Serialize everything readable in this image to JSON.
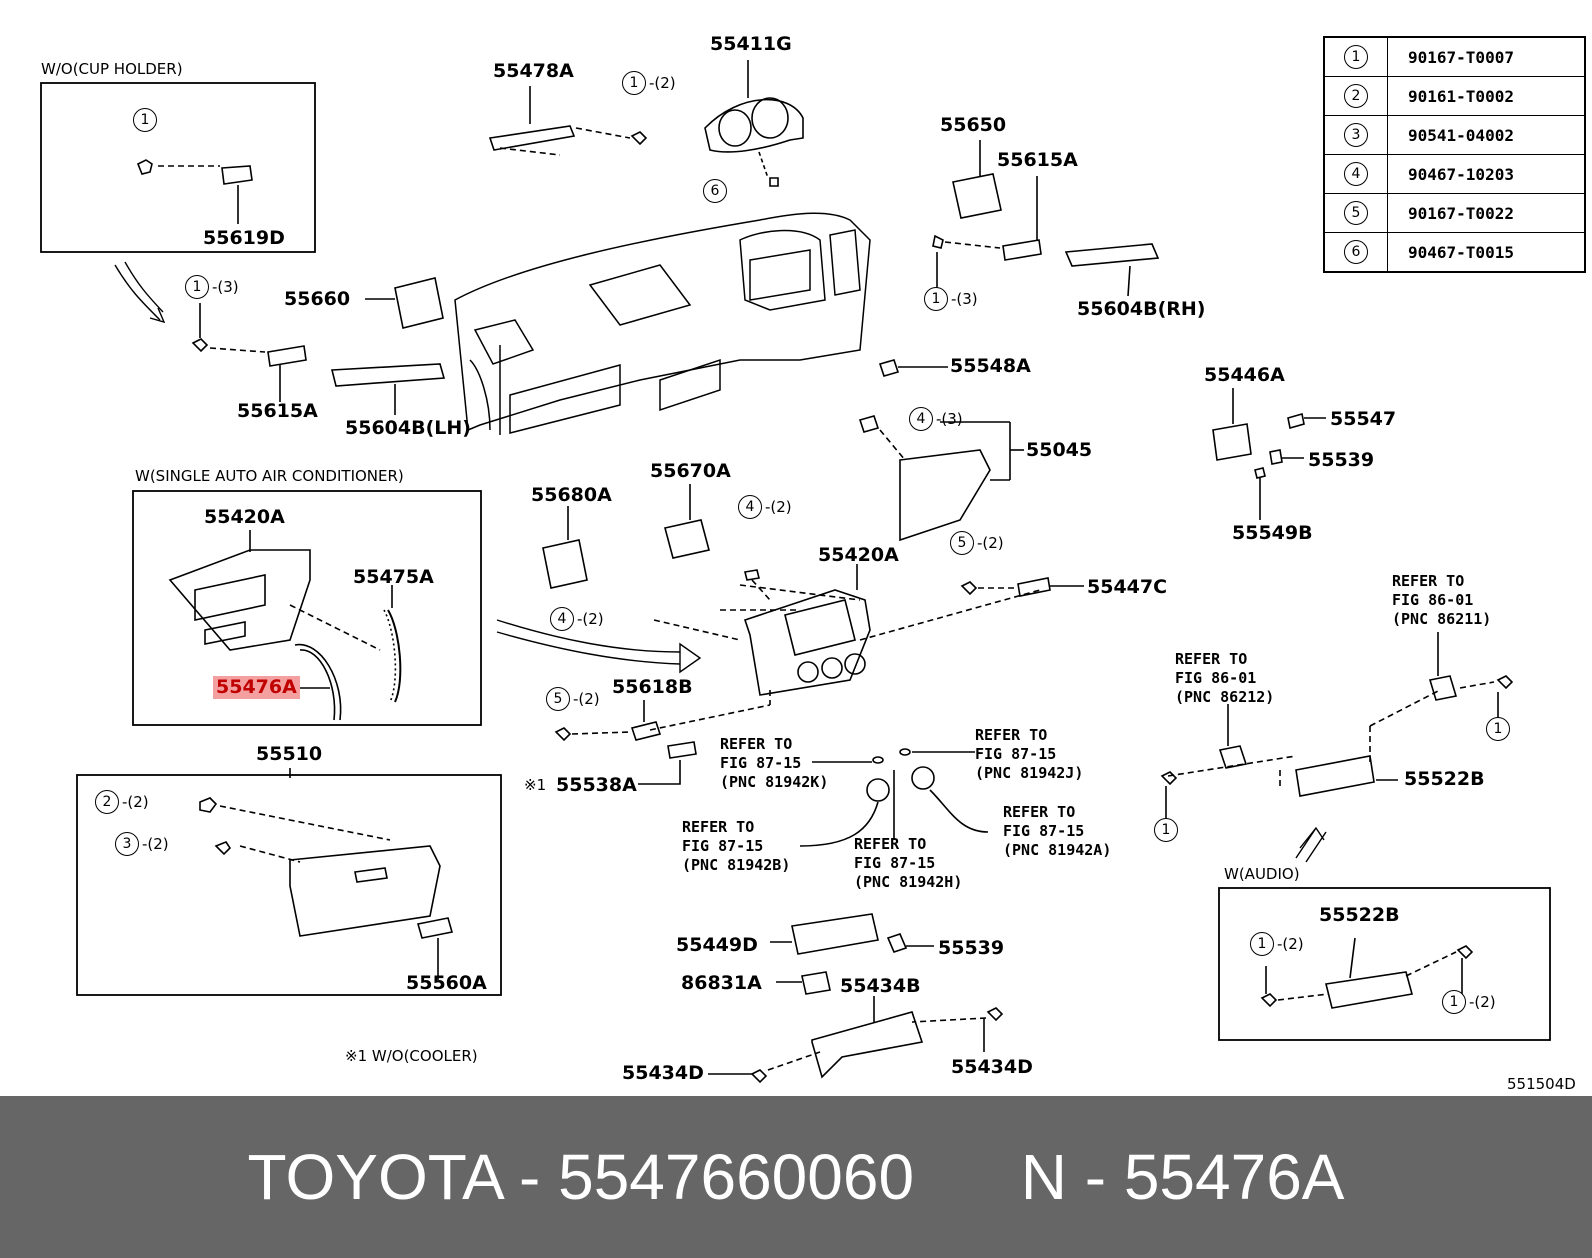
{
  "diagram": {
    "sections": {
      "cup_holder": "W/O(CUP HOLDER)",
      "single_ac": "W(SINGLE AUTO AIR CONDITIONER)",
      "audio": "W(AUDIO)",
      "cooler_note": "※1 W/O(COOLER)"
    },
    "labels": {
      "p55619D": "55619D",
      "p55478A": "55478A",
      "p55411G": "55411G",
      "p55650": "55650",
      "p55615A_r": "55615A",
      "p55604B_rh": "55604B(RH)",
      "p55660": "55660",
      "p55615A_l": "55615A",
      "p55604B_lh": "55604B(LH)",
      "p55548A": "55548A",
      "p55446A": "55446A",
      "p55547": "55547",
      "p55539_r": "55539",
      "p55549B": "55549B",
      "p55045": "55045",
      "p55420A_box": "55420A",
      "p55475A": "55475A",
      "p55476A": "55476A",
      "p55680A": "55680A",
      "p55670A": "55670A",
      "p55420A": "55420A",
      "p55447C": "55447C",
      "p55618B": "55618B",
      "p55538A": "55538A",
      "p55538A_mark": "※1",
      "p55510": "55510",
      "p55560A": "55560A",
      "p55449D": "55449D",
      "p55539_c": "55539",
      "p86831A": "86831A",
      "p55434B": "55434B",
      "p55434D_l": "55434D",
      "p55434D_r": "55434D",
      "p55522B": "55522B",
      "p55522B_box": "55522B",
      "diagram_id": "551504D"
    },
    "refs": {
      "r81942K": "REFER TO\nFIG 87-15\n(PNC 81942K)",
      "r81942J": "REFER TO\nFIG 87-15\n(PNC 81942J)",
      "r81942B": "REFER TO\nFIG 87-15\n(PNC 81942B)",
      "r81942H": "REFER TO\nFIG 87-15\n(PNC 81942H)",
      "r81942A": "REFER TO\nFIG 87-15\n(PNC 81942A)",
      "r86212": "REFER TO\nFIG 86-01\n(PNC 86212)",
      "r86211": "REFER TO\nFIG 86-01\n(PNC 86211)"
    },
    "callouts": {
      "c1_cup": {
        "num": "1",
        "qty": ""
      },
      "c1_top": {
        "num": "1",
        "qty": "-(2)"
      },
      "c6_top": {
        "num": "6",
        "qty": ""
      },
      "c1_left": {
        "num": "1",
        "qty": "-(3)"
      },
      "c1_right": {
        "num": "1",
        "qty": "-(3)"
      },
      "c4_55045": {
        "num": "4",
        "qty": "-(3)"
      },
      "c4_mid": {
        "num": "4",
        "qty": "-(2)"
      },
      "c5_mid": {
        "num": "5",
        "qty": "-(2)"
      },
      "c4_left": {
        "num": "4",
        "qty": "-(2)"
      },
      "c5_left": {
        "num": "5",
        "qty": "-(2)"
      },
      "c2_glove": {
        "num": "2",
        "qty": "-(2)"
      },
      "c3_glove": {
        "num": "3",
        "qty": "-(2)"
      },
      "c1_br1": {
        "num": "1",
        "qty": ""
      },
      "c1_br2": {
        "num": "1",
        "qty": ""
      },
      "c1_audio1": {
        "num": "1",
        "qty": "-(2)"
      },
      "c1_audio2": {
        "num": "1",
        "qty": "-(2)"
      }
    },
    "parts_table": [
      {
        "num": "1",
        "part": "90167-T0007"
      },
      {
        "num": "2",
        "part": "90161-T0002"
      },
      {
        "num": "3",
        "part": "90541-04002"
      },
      {
        "num": "4",
        "part": "90467-10203"
      },
      {
        "num": "5",
        "part": "90167-T0022"
      },
      {
        "num": "6",
        "part": "90467-T0015"
      }
    ],
    "highlight_color": "#f5a0a0"
  },
  "banner": {
    "text": "TOYOTA - 5547660060      N - 55476A",
    "background": "#666666"
  }
}
